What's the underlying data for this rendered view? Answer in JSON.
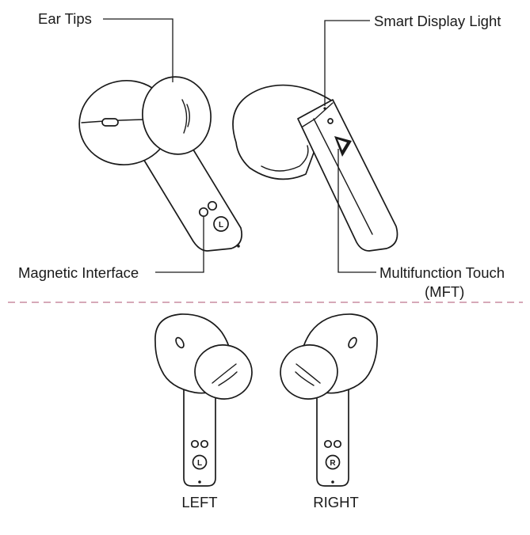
{
  "callouts": {
    "ear_tips": "Ear Tips",
    "smart_display_light": "Smart Display Light",
    "magnetic_interface": "Magnetic Interface",
    "multifunction_touch_line1": "Multifunction Touch",
    "multifunction_touch_line2": "(MFT)"
  },
  "captions": {
    "left": "LEFT",
    "right": "RIGHT"
  },
  "markings": {
    "left_letter": "L",
    "right_letter": "R"
  },
  "colors": {
    "outline": "#1a1a1a",
    "divider": "#c98ca0"
  }
}
